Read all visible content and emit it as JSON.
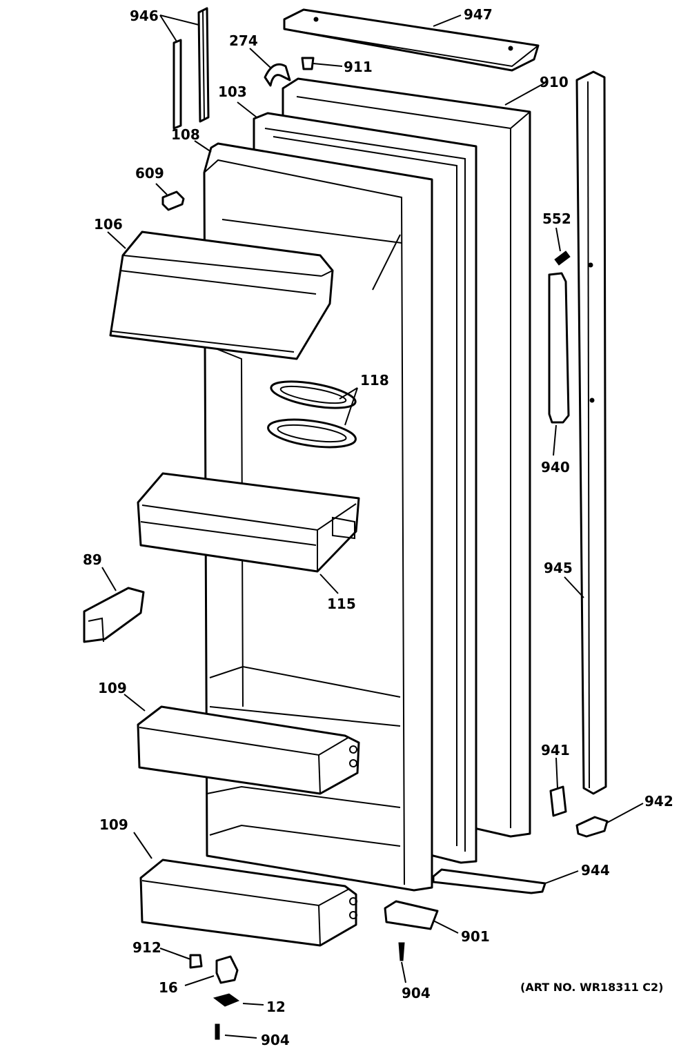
{
  "art_number": "(ART NO. WR18311 C2)",
  "callouts": {
    "c946": "946",
    "c947": "947",
    "c274": "274",
    "c911": "911",
    "c103": "103",
    "c910": "910",
    "c108": "108",
    "c609": "609",
    "c552": "552",
    "c106": "106",
    "c118": "118",
    "c940": "940",
    "c89": "89",
    "c115": "115",
    "c945": "945",
    "c109a": "109",
    "c941": "941",
    "c942": "942",
    "c109b": "109",
    "c944": "944",
    "c901": "901",
    "c912": "912",
    "c16": "16",
    "c904a": "904",
    "c12": "12",
    "c904b": "904"
  }
}
